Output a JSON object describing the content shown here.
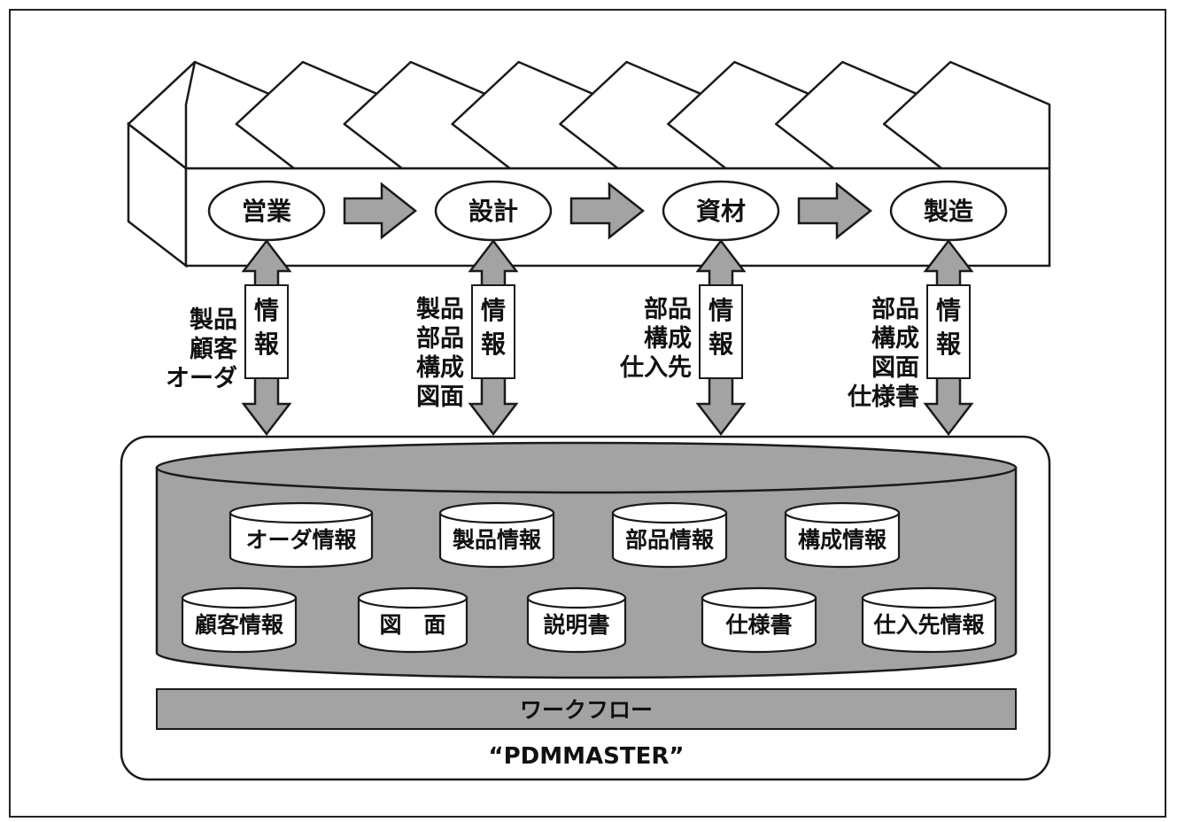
{
  "departments": [
    "営業",
    "設計",
    "資材",
    "製造"
  ],
  "info_label": "情報",
  "info_label_chars": [
    "情",
    "報"
  ],
  "exchanged_items": [
    [
      "製品",
      "顧客",
      "オーダ"
    ],
    [
      "製品",
      "部品",
      "構成",
      "図面"
    ],
    [
      "部品",
      "構成",
      "仕入先"
    ],
    [
      "部品",
      "構成",
      "図面",
      "仕様書"
    ]
  ],
  "database_row1": [
    "オーダ情報",
    "製品情報",
    "部品情報",
    "構成情報"
  ],
  "database_row2": [
    "顧客情報",
    "図　面",
    "説明書",
    "仕様書",
    "仕入先情報"
  ],
  "workflow_label": "ワークフロー",
  "system_name": "“PDMMASTER”",
  "colors": {
    "fill_gray": "#a3a3a3",
    "line": "#1a1a1a",
    "background": "#ffffff"
  }
}
